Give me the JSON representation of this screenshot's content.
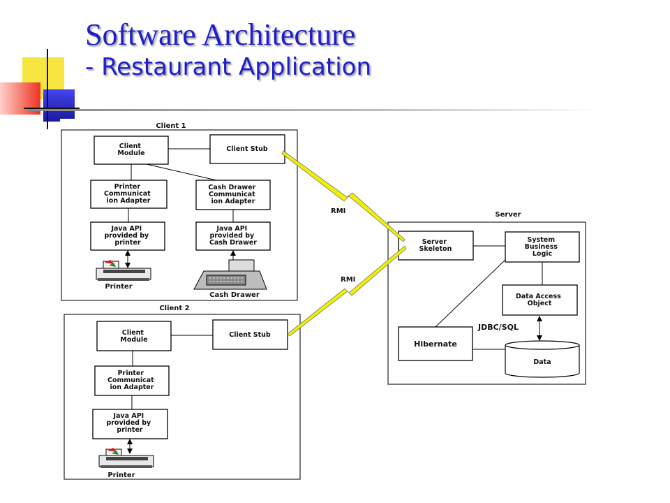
{
  "slide": {
    "title_line1": "Software Architecture",
    "title_line2": "- Restaurant Application"
  },
  "diagram": {
    "client1": {
      "label": "Client 1",
      "client_module": [
        "Client",
        "Module"
      ],
      "client_stub": "Client Stub",
      "printer_adapter": [
        "Printer",
        "Communicat",
        "ion Adapter"
      ],
      "cash_adapter": [
        "Cash Drawer",
        "Communicat",
        "ion Adapter"
      ],
      "printer_api": [
        "Java API",
        "provided by",
        "printer"
      ],
      "cash_api": [
        "Java API",
        "provided by",
        "Cash Drawer"
      ],
      "printer_caption": "Printer",
      "cash_caption": "Cash Drawer"
    },
    "client2": {
      "label": "Client 2",
      "client_module": [
        "Client",
        "Module"
      ],
      "client_stub": "Client Stub",
      "printer_adapter": [
        "Printer",
        "Communicat",
        "ion Adapter"
      ],
      "printer_api": [
        "Java API",
        "provided by",
        "printer"
      ],
      "printer_caption": "Printer"
    },
    "server": {
      "label": "Server",
      "skeleton": [
        "Server",
        "Skeleton"
      ],
      "business_logic": [
        "System",
        "Business",
        "Logic"
      ],
      "dao": [
        "Data Access",
        "Object"
      ],
      "hibernate": "Hibernate",
      "data": "Data",
      "jdbc": "JDBC/SQL"
    },
    "rmi_1": "RMI",
    "rmi_2": "RMI",
    "colors": {
      "title": "#1f1fc9",
      "lightning": "#f0f000",
      "deco_yellow": "#f7e640",
      "deco_red": "#ee3322",
      "deco_blue": "#2222cc"
    }
  }
}
